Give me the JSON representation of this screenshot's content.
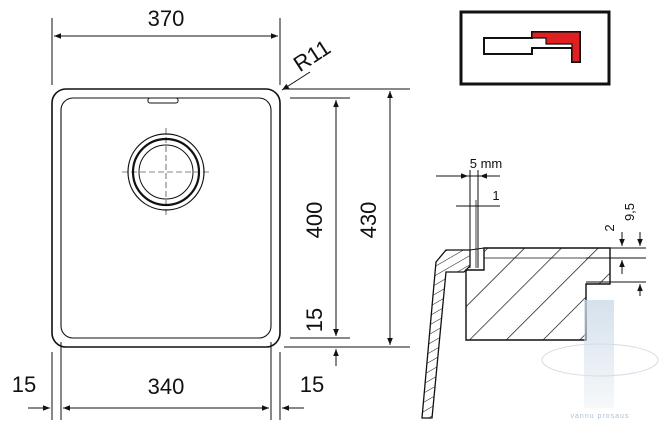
{
  "dims": {
    "top_width": "370",
    "radius": "R11",
    "inner_height": "400",
    "outer_height": "430",
    "bottom_gap": "15",
    "left_rim": "15",
    "inner_width": "340",
    "right_rim": "15"
  },
  "detail": {
    "gap": "5 mm",
    "lip": "1",
    "step": "2",
    "depth": "9,5"
  },
  "watermark": {
    "text": "vannu prosaus"
  },
  "colors": {
    "line": "#111111",
    "accent": "#e02020",
    "watermark": "#9bb4cc"
  }
}
